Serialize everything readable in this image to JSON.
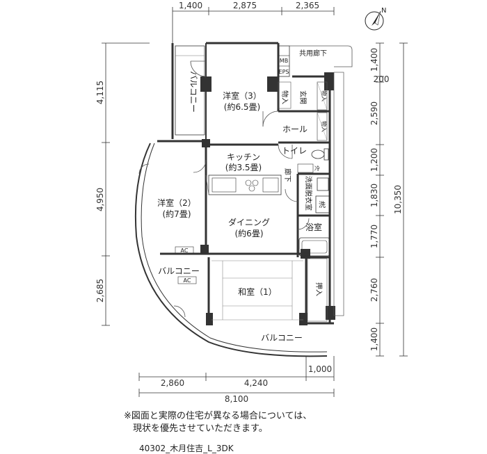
{
  "dimensions": {
    "top": [
      "1,400",
      "2,875",
      "2,365"
    ],
    "left": [
      "4,115",
      "4,950",
      "2,685"
    ],
    "right_inner": [
      "1,400",
      "200",
      "2,590",
      "1,200",
      "1,830",
      "1,770",
      "2,760",
      "1,400"
    ],
    "right_total": "10,350",
    "bottom_parts": [
      "2,860",
      "4,240",
      "1,000"
    ],
    "bottom_total": "8,100"
  },
  "rooms": {
    "western3_name": "洋室（3）",
    "western3_size": "(約6.5畳)",
    "western2_name": "洋室（2）",
    "western2_size": "(約7畳)",
    "kitchen_name": "キッチン",
    "kitchen_size": "(約3.5畳)",
    "dining_name": "ダイニング",
    "dining_size": "(約6畳)",
    "japanese_name": "和室（1）",
    "balcony_top": "バルコニー",
    "balcony_left": "バルコニー",
    "balcony_bottom": "バルコニー",
    "hall": "ホール",
    "toilet": "トイレ",
    "corridor": "廊下",
    "washroom": "洗面脱衣室",
    "bath": "浴室",
    "laundry": "洗",
    "closet": "物入",
    "oshiire": "押入",
    "entrance": "玄関",
    "shelf": "物入",
    "shoe": "物入",
    "common_corridor": "共用廊下",
    "mb": "MB",
    "eps": "EPS",
    "ac": "AC",
    "ref": "冷"
  },
  "compass_label": "N",
  "note_lines": [
    "※図面と実際の住宅が異なる場合については、",
    "　現状を優先させていただきます。"
  ],
  "plan_code": "40302_木月住吉_L_3DK"
}
